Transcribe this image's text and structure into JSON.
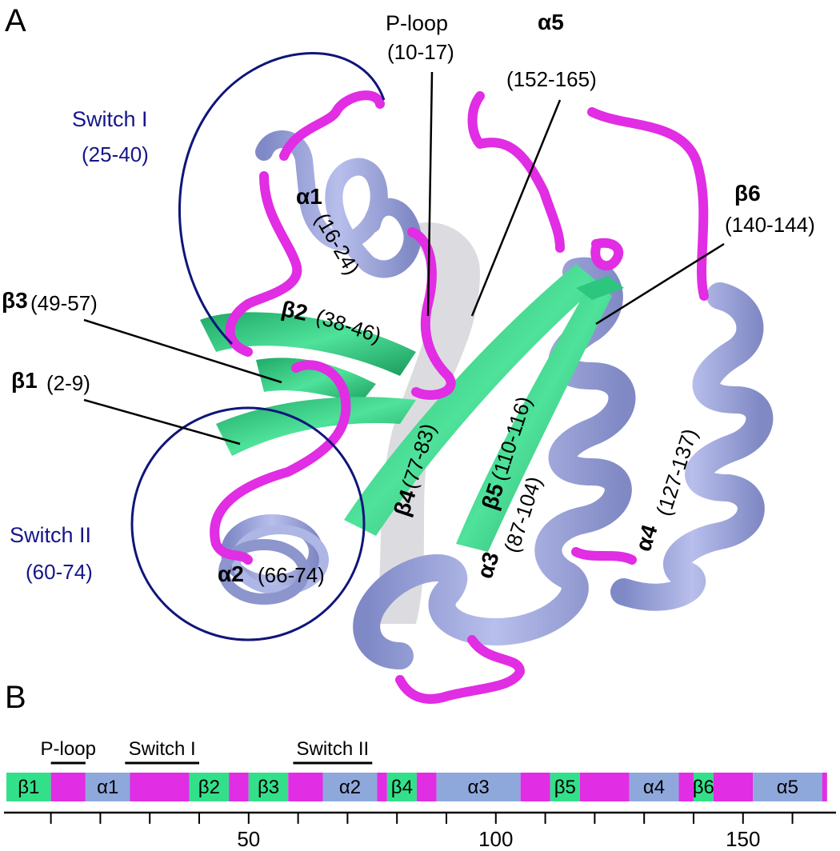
{
  "panels": {
    "a": "A",
    "b": "B"
  },
  "colors": {
    "loop": "#e12de3",
    "helix": "#9aa4d8",
    "strand": "#2cc67e",
    "switch_circle": "#10157a",
    "bar_helix": "#8fa8dc",
    "bar_strand": "#33e08a"
  },
  "structure_labels": {
    "ploop": {
      "name": "P-loop",
      "range": "(10-17)"
    },
    "a5": {
      "name": "α5",
      "range": "(152-165)"
    },
    "switch1": {
      "name": "Switch I",
      "range": "(25-40)"
    },
    "switch2": {
      "name": "Switch II",
      "range": "(60-74)"
    },
    "a1": {
      "name": "α1",
      "range": "(16-24)"
    },
    "b6": {
      "name": "β6",
      "range": "(140-144)"
    },
    "b3": {
      "name": "β3",
      "range": "(49-57)"
    },
    "b2": {
      "name": "β2",
      "range": "(38-46)"
    },
    "b1": {
      "name": "β1",
      "range": "(2-9)"
    },
    "b4": {
      "name": "β4",
      "range": "(77-83)"
    },
    "b5": {
      "name": "β5",
      "range": "(110-116)"
    },
    "a3": {
      "name": "α3",
      "range": "(87-104)"
    },
    "a4": {
      "name": "α4",
      "range": "(127-137)"
    },
    "a2": {
      "name": "α2",
      "range": "(66-74)"
    }
  },
  "topology": {
    "annotations": [
      "P-loop",
      "Switch I",
      "Switch II"
    ],
    "segments": [
      {
        "type": "strand",
        "label": "β1",
        "start": 1,
        "end": 10
      },
      {
        "type": "loop",
        "label": "",
        "start": 10,
        "end": 17
      },
      {
        "type": "helix",
        "label": "α1",
        "start": 17,
        "end": 26
      },
      {
        "type": "loop",
        "label": "",
        "start": 26,
        "end": 38
      },
      {
        "type": "strand",
        "label": "β2",
        "start": 38,
        "end": 46
      },
      {
        "type": "loop",
        "label": "",
        "start": 46,
        "end": 50
      },
      {
        "type": "strand",
        "label": "β3",
        "start": 50,
        "end": 58
      },
      {
        "type": "loop",
        "label": "",
        "start": 58,
        "end": 65
      },
      {
        "type": "helix",
        "label": "α2",
        "start": 65,
        "end": 76
      },
      {
        "type": "loop",
        "label": "",
        "start": 76,
        "end": 78
      },
      {
        "type": "strand",
        "label": "β4",
        "start": 78,
        "end": 84
      },
      {
        "type": "loop",
        "label": "",
        "start": 84,
        "end": 88
      },
      {
        "type": "helix",
        "label": "α3",
        "start": 88,
        "end": 105
      },
      {
        "type": "loop",
        "label": "",
        "start": 105,
        "end": 111
      },
      {
        "type": "strand",
        "label": "β5",
        "start": 111,
        "end": 117
      },
      {
        "type": "loop",
        "label": "",
        "start": 117,
        "end": 127
      },
      {
        "type": "helix",
        "label": "α4",
        "start": 127,
        "end": 137
      },
      {
        "type": "loop",
        "label": "",
        "start": 137,
        "end": 140
      },
      {
        "type": "strand",
        "label": "β6",
        "start": 140,
        "end": 144
      },
      {
        "type": "loop",
        "label": "",
        "start": 144,
        "end": 152
      },
      {
        "type": "helix",
        "label": "α5",
        "start": 152,
        "end": 166
      },
      {
        "type": "loop",
        "label": "",
        "start": 166,
        "end": 167
      }
    ],
    "ticks": [
      10,
      20,
      30,
      40,
      50,
      60,
      70,
      80,
      90,
      100,
      110,
      120,
      130,
      140,
      150,
      160,
      170
    ],
    "tick_labels": [
      "50",
      "100",
      "150"
    ]
  }
}
